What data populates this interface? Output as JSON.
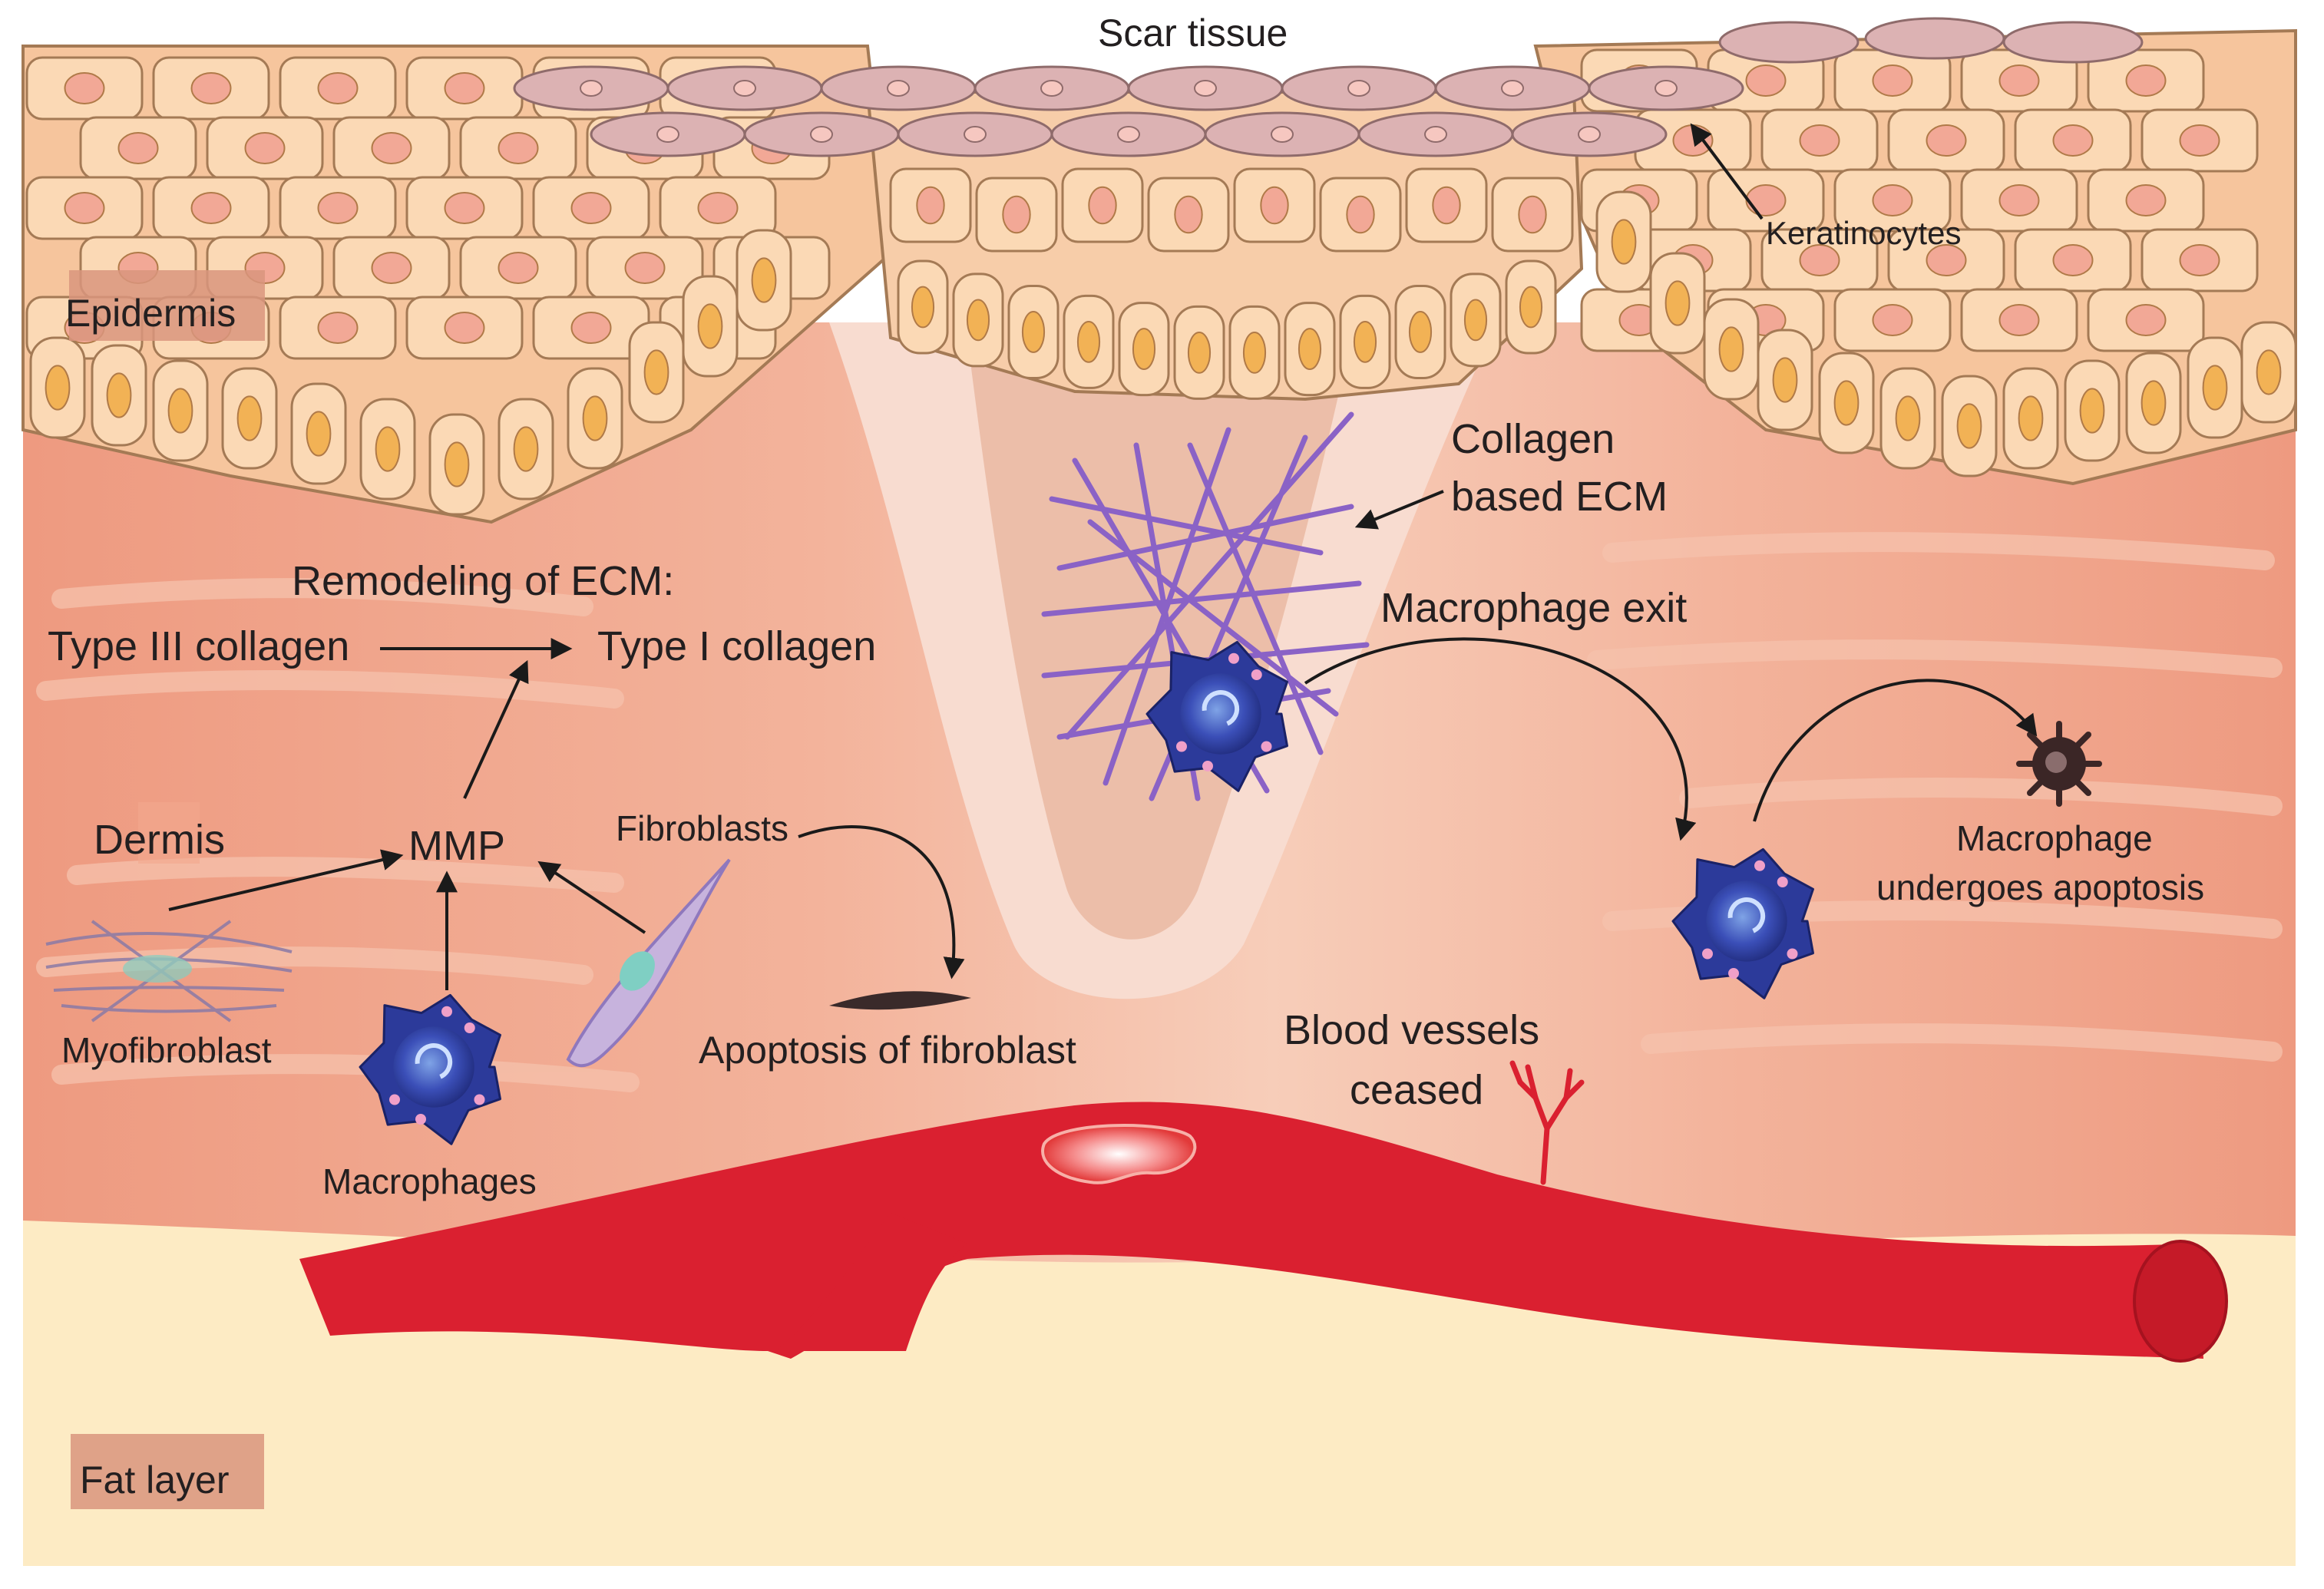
{
  "labels": {
    "scar_tissue": "Scar tissue",
    "epidermis": "Epidermis",
    "keratinocytes": "Keratinocytes",
    "collagen_line1": "Collagen",
    "collagen_line2": "based ECM",
    "remodeling": "Remodeling of ECM:",
    "type3": "Type III collagen",
    "type1": "Type I collagen",
    "macrophage_exit": "Macrophage exit",
    "dermis": "Dermis",
    "mmp": "MMP",
    "fibroblasts": "Fibroblasts",
    "myofibroblast": "Myofibroblast",
    "apoptosis_fibroblast": "Apoptosis of fibroblast",
    "blood_line1": "Blood vessels",
    "blood_line2": "ceased",
    "macrophages": "Macrophages",
    "mac_apop_line1": "Macrophage",
    "mac_apop_line2": "undergoes apoptosis",
    "fat_layer": "Fat layer"
  },
  "colors": {
    "dermis": "#ee9a80",
    "dermis_light": "#f6c9b4",
    "cell_fill": "#fbd9b5",
    "cell_stroke": "#a47a55",
    "nucleus": "#f2a896",
    "scar_cell": "#dcb2b3",
    "collagen": "#8a62c6",
    "vessel": "#da2030",
    "macrophage": "#2c3a9a",
    "fat": "#fdebc4",
    "tag_bg": "#d9957e",
    "arrow": "#1a1a1a"
  }
}
